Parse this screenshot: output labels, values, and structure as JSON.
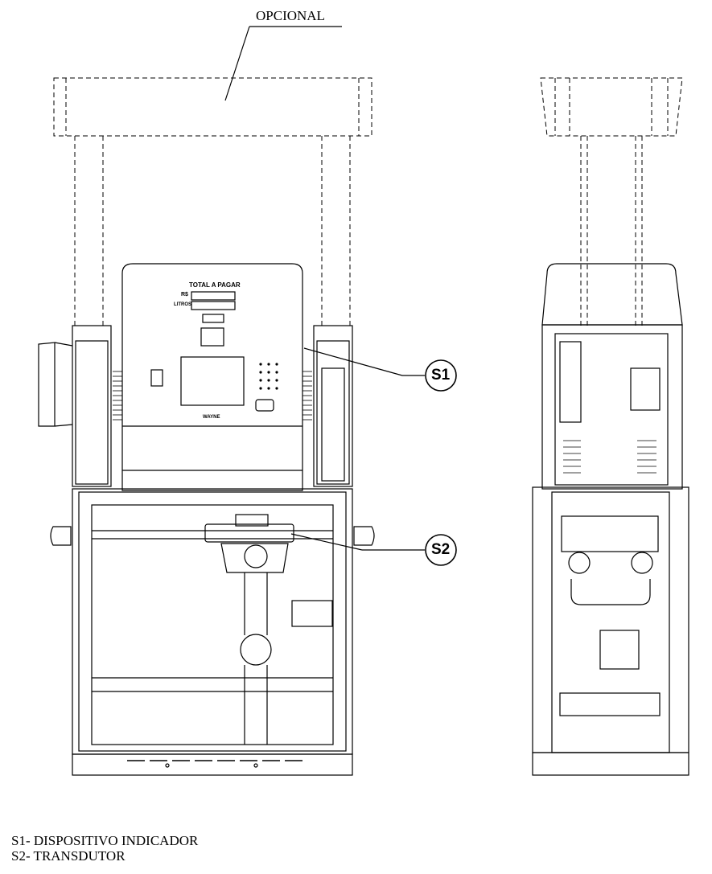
{
  "labels": {
    "optional": "OPCIONAL",
    "s1": "S1",
    "s2": "S2"
  },
  "panel": {
    "total": "TOTAL A PAGAR",
    "rs": "R$",
    "litros": "LITROS",
    "brand": "WAYNE"
  },
  "legend": [
    "S1- DISPOSITIVO INDICADOR",
    "S2- TRANSDUTOR"
  ]
}
